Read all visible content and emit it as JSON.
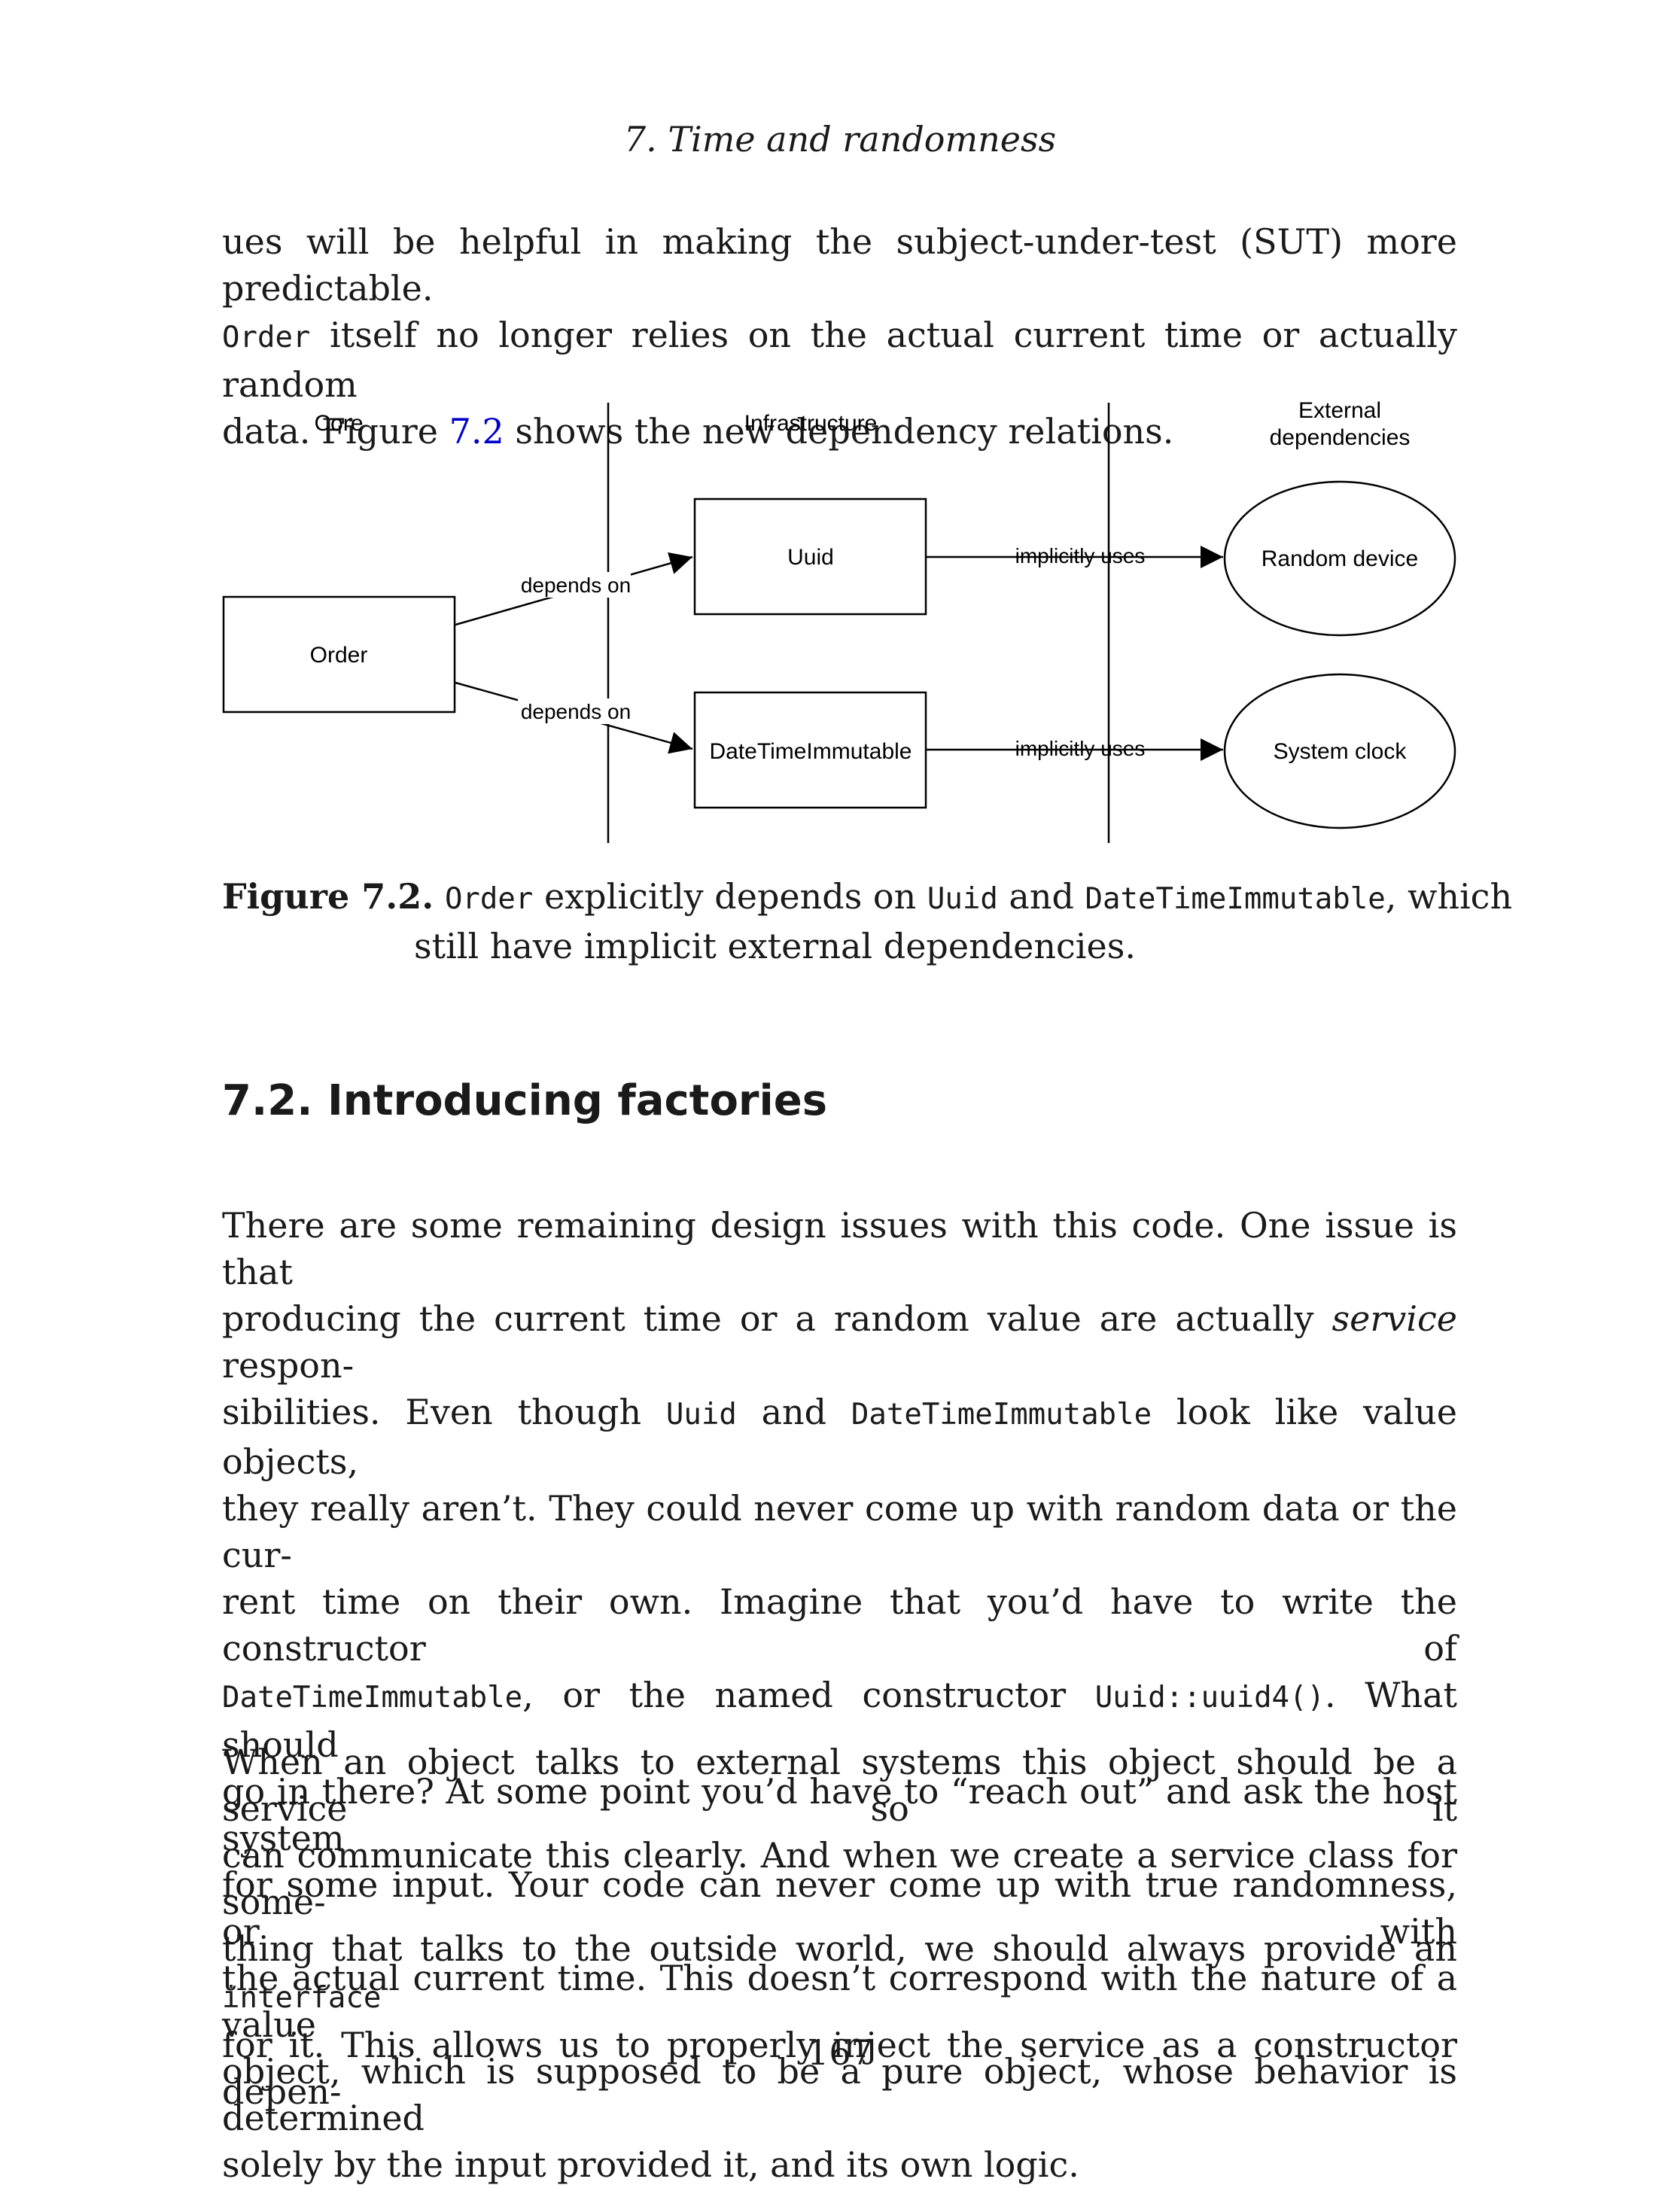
{
  "header": {
    "running_title": "7.  Time and randomness"
  },
  "intro": {
    "l1": "ues will be helpful in making the subject-under-test (SUT) more predictable.",
    "l2_code": "Order",
    "l2_text": " itself no longer relies on the actual current time or actually random",
    "l3_a": "data. Figure ",
    "l3_link": "7.2",
    "l3_b": " shows the new dependency relations."
  },
  "diagram": {
    "col_core": "Core",
    "col_infra": "Infrastructure",
    "col_ext_1": "External",
    "col_ext_2": "dependencies",
    "box_order": "Order",
    "box_uuid": "Uuid",
    "box_datetime": "DateTimeImmutable",
    "ell_random": "Random device",
    "ell_clock": "System clock",
    "edge_dep1": "depends on",
    "edge_dep2": "depends on",
    "edge_impl1": "implicitly uses",
    "edge_impl2": "implicitly uses"
  },
  "caption": {
    "label": "Figure 7.2.",
    "code1": "Order",
    "t1": " explicitly depends on ",
    "code2": "Uuid",
    "t2": " and ",
    "code3": "DateTimeImmutable",
    "t3": ", which",
    "line2": "still have implicit external dependencies."
  },
  "section": {
    "title": "7.2.  Introducing factories"
  },
  "body1": {
    "l1": "There are some remaining design issues with this code.  One issue is that",
    "l2_a": "producing the current time or a random value are actually ",
    "l2_em": "service",
    "l2_b": " respon-",
    "l3_a": "sibilities.  Even though ",
    "l3_code1": "Uuid",
    "l3_b": " and ",
    "l3_code2": "DateTimeImmutable",
    "l3_c": " look like value objects,",
    "l4": "they really aren’t.  They could never come up with random data or the cur-",
    "l5": "rent time on their own.  Imagine that you’d have to write the constructor of",
    "l6_code1": "DateTimeImmutable",
    "l6_a": ", or the named constructor ",
    "l6_code2": "Uuid::uuid4()",
    "l6_b": ".  What should",
    "l7": "go in there? At some point you’d have to “reach out” and ask the host system",
    "l8": "for some input. Your code can never come up with true randomness, or with",
    "l9": "the actual current time.  This doesn’t correspond with the nature of a value",
    "l10": "object, which is supposed to be a pure object, whose behavior is determined",
    "l11": "solely by the input provided it, and its own logic."
  },
  "body2": {
    "l1": "When an object talks to external systems this object should be a service so it",
    "l2": "can communicate this clearly.  And when we create a service class for some-",
    "l3_a": "thing that talks to the outside world, we should always provide an ",
    "l3_code": "interface",
    "l4": "for it.  This allows us to properly inject the service as a constructor depen-"
  },
  "page_number": "167"
}
